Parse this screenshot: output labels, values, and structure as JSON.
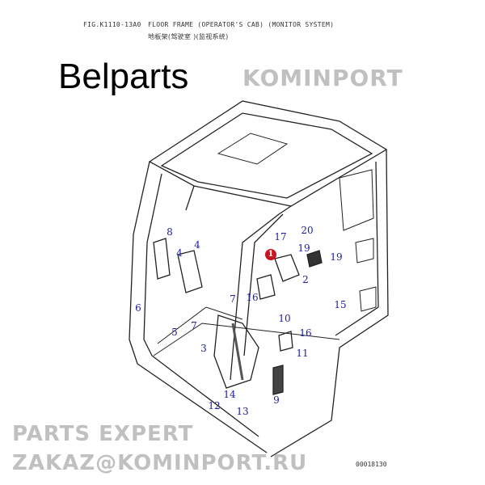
{
  "header": {
    "figure": "FIG.K1110-13A0",
    "title": "FLOOR FRAME (OPERATOR'S CAB) (MONITOR SYSTEM)",
    "title_cn": "地板架(驾驶室 )(监视系统)"
  },
  "brand": "Belparts",
  "watermark": {
    "line1": "KOMINPORT",
    "line2": "PARTS EXPERT",
    "line3": "ZAKAZ@KOMINPORT.RU"
  },
  "callout_color": "#1c1ca8",
  "key_color": "#c8141e",
  "key_part": "1",
  "callouts": [
    "8",
    "4",
    "4",
    "17",
    "20",
    "19",
    "19",
    "2",
    "7",
    "16",
    "15",
    "6",
    "7",
    "5",
    "10",
    "16",
    "3",
    "11",
    "9",
    "12",
    "14",
    "13"
  ],
  "footer": "00018130"
}
